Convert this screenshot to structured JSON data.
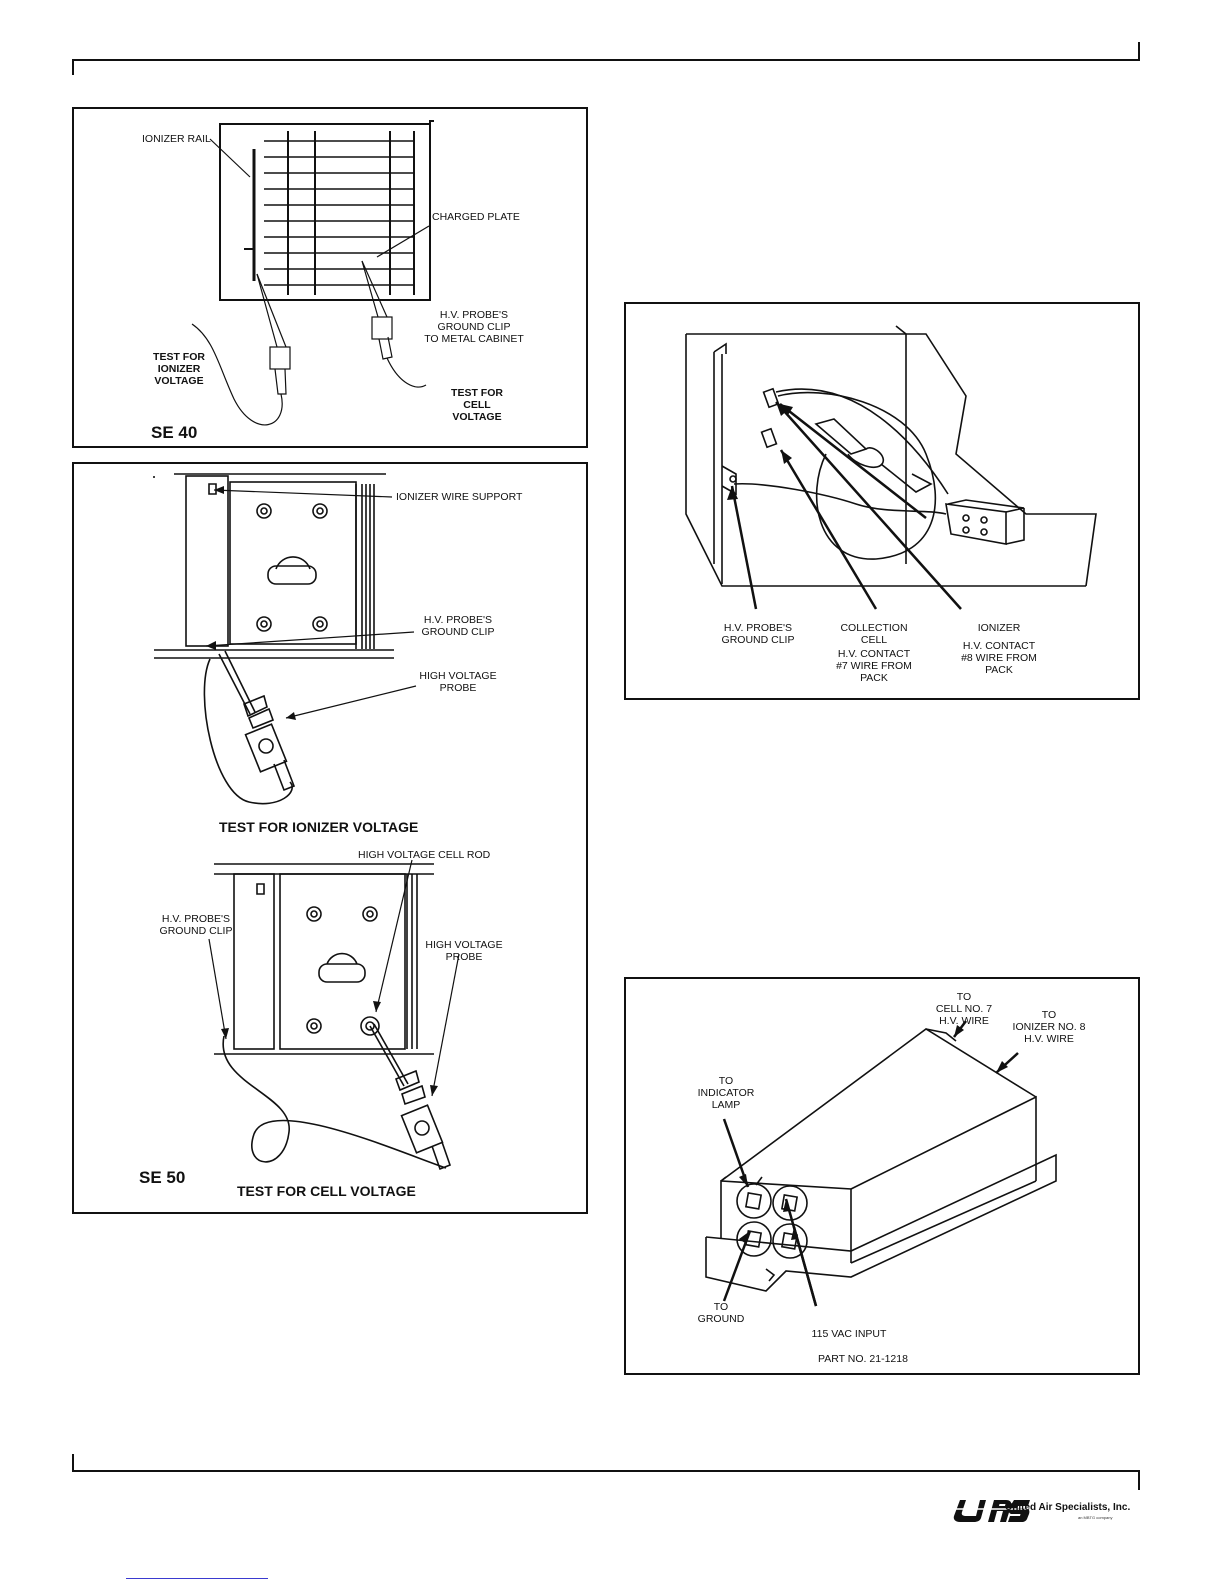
{
  "fig1": {
    "ionizer_rail": "IONIZER RAIL",
    "charged_plate": "CHARGED PLATE",
    "probe_clip": [
      "H.V. PROBE'S",
      "GROUND CLIP",
      "TO METAL CABINET"
    ],
    "test_ionizer": [
      "TEST FOR",
      "IONIZER",
      "VOLTAGE"
    ],
    "test_cell": [
      "TEST FOR",
      "CELL",
      "VOLTAGE"
    ],
    "model": "SE 40"
  },
  "fig2": {
    "wire_support": "IONIZER WIRE SUPPORT",
    "ground_clip": [
      "H.V. PROBE'S",
      "GROUND CLIP"
    ],
    "hv_probe": [
      "HIGH VOLTAGE",
      "PROBE"
    ],
    "caption_ionizer": "TEST FOR IONIZER VOLTAGE",
    "cell_rod": "HIGH VOLTAGE CELL ROD",
    "ground_clip2": [
      "H.V. PROBE'S",
      "GROUND CLIP"
    ],
    "hv_probe2": [
      "HIGH VOLTAGE",
      "PROBE"
    ],
    "model": "SE 50",
    "caption_cell": "TEST FOR CELL VOLTAGE"
  },
  "fig3": {
    "ground_clip": [
      "H.V. PROBE'S",
      "GROUND CLIP"
    ],
    "collection_cell": [
      "COLLECTION",
      "CELL",
      "H.V. CONTACT",
      "#7 WIRE FROM",
      "PACK"
    ],
    "ionizer": [
      "IONIZER",
      "H.V. CONTACT",
      "#8 WIRE FROM",
      "PACK"
    ]
  },
  "fig4": {
    "cell_wire": [
      "TO",
      "CELL NO. 7",
      "H.V. WIRE"
    ],
    "ionizer_wire": [
      "TO",
      "IONIZER NO. 8",
      "H.V. WIRE"
    ],
    "indicator": [
      "TO",
      "INDICATOR",
      "LAMP"
    ],
    "ground": [
      "TO",
      "GROUND"
    ],
    "vac_input": "115 VAC INPUT",
    "part_no": "PART NO. 21-1218"
  },
  "footer": {
    "company": "United Air Specialists, Inc.",
    "sub": "an MBTG company"
  },
  "colors": {
    "ink": "#111111",
    "link": "#3a3ad0"
  }
}
